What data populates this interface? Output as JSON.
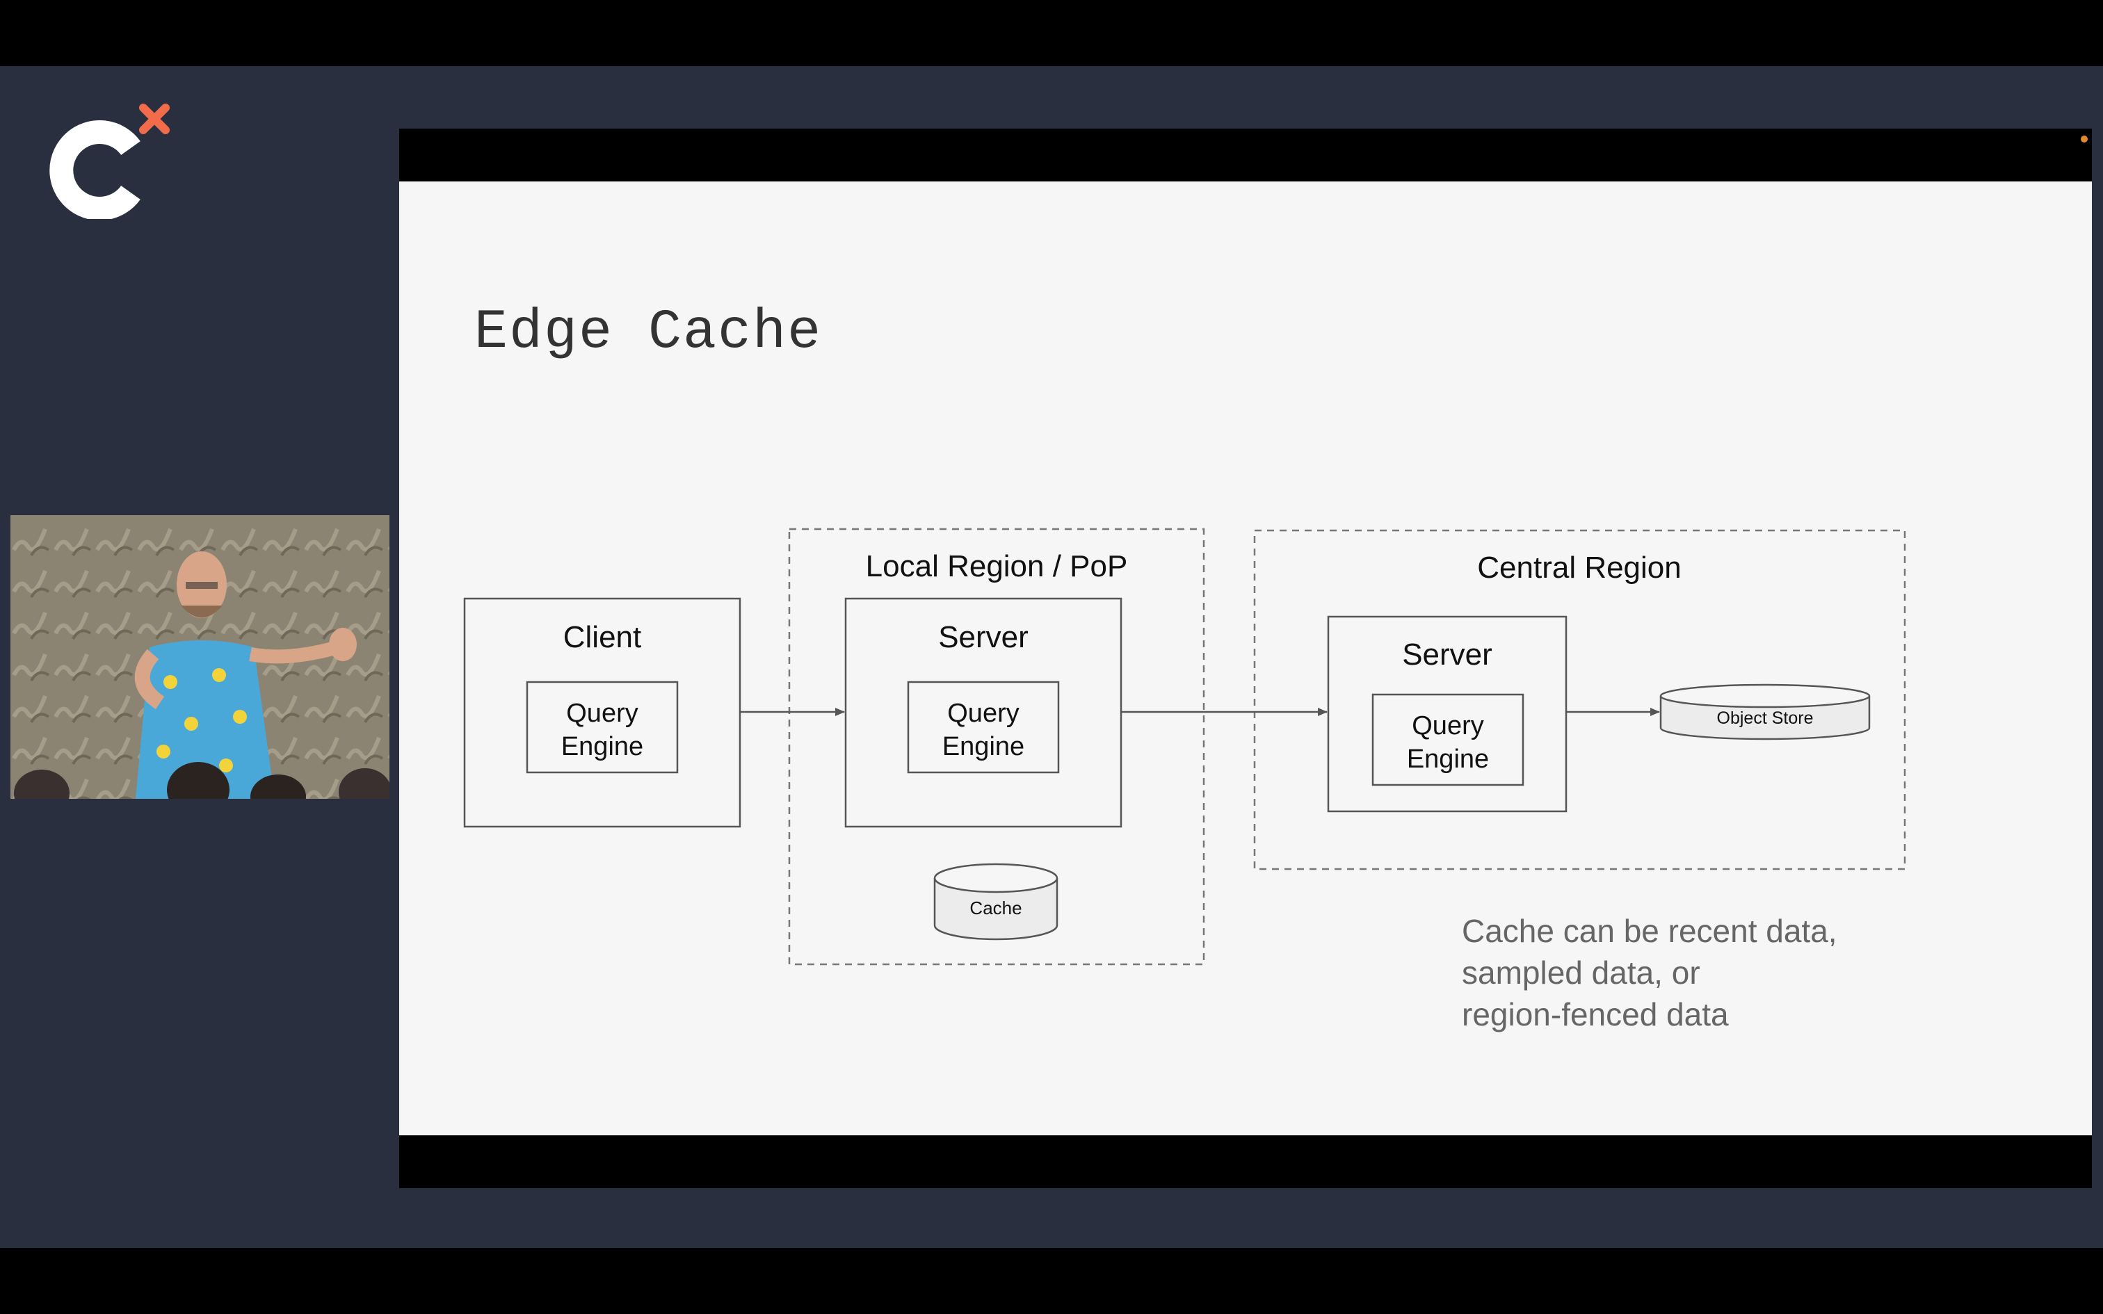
{
  "slide": {
    "title": "Edge Cache",
    "caption_lines": [
      "Cache can be recent data,",
      "sampled data, or",
      "region-fenced data"
    ]
  },
  "diagram": {
    "client": {
      "label": "Client",
      "engine_line1": "Query",
      "engine_line2": "Engine"
    },
    "local_region": {
      "label": "Local Region / PoP",
      "server_label": "Server",
      "engine_line1": "Query",
      "engine_line2": "Engine",
      "cache_label": "Cache"
    },
    "central_region": {
      "label": "Central Region",
      "server_label": "Server",
      "engine_line1": "Query",
      "engine_line2": "Engine",
      "store_label": "Object Store"
    }
  },
  "colors": {
    "stage_bg": "#2a2f3f",
    "slide_bg": "#f6f6f6",
    "logo_main": "#ffffff",
    "logo_accent": "#f26b4a",
    "line": "#555555"
  },
  "icons": {
    "logo": "conference-logo-icon",
    "recording": "recording-dot-icon"
  }
}
